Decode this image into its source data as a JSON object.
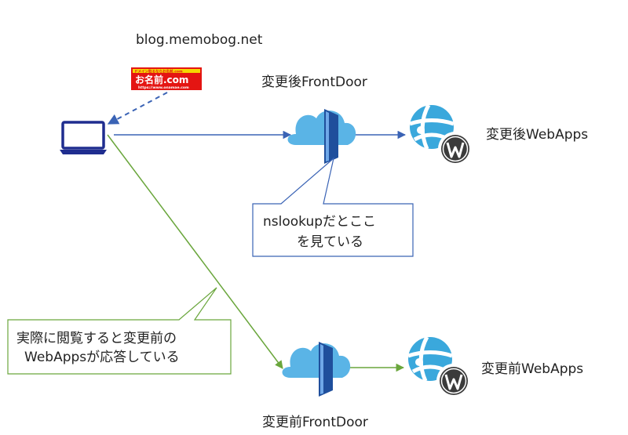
{
  "domain_label": "blog.memobog.net",
  "registrar_logo": {
    "banner_text": "ドメイン取るならお名前.com",
    "main_text": "お名前.com",
    "url_text": "https://www.onamae.com",
    "colors": {
      "background": "#e41512",
      "text": "#ffffff",
      "accent": "#f5d800"
    }
  },
  "nodes": {
    "client": {
      "icon": "laptop-icon"
    },
    "new_frontdoor": {
      "label": "変更後FrontDoor",
      "icon": "frontdoor-icon"
    },
    "new_webapps": {
      "label": "変更後WebApps",
      "icon": "webapps-wordpress-icon"
    },
    "old_frontdoor": {
      "label": "変更前FrontDoor",
      "icon": "frontdoor-icon"
    },
    "old_webapps": {
      "label": "変更前WebApps",
      "icon": "webapps-wordpress-icon"
    }
  },
  "callouts": {
    "nslookup": {
      "lines": [
        "nslookupだとここ",
        "を見ている"
      ]
    },
    "browse": {
      "lines": [
        "実際に閲覧すると変更前の",
        "WebAppsが応答している"
      ]
    }
  },
  "colors": {
    "blue_line": "#3a63b5",
    "green_line": "#6aa63c",
    "cloud": "#5ab4e6",
    "door": "#1f4f9c",
    "globe": "#3aa8dc",
    "wp": "#3b3b3b",
    "laptop": "#1f2d8f"
  }
}
